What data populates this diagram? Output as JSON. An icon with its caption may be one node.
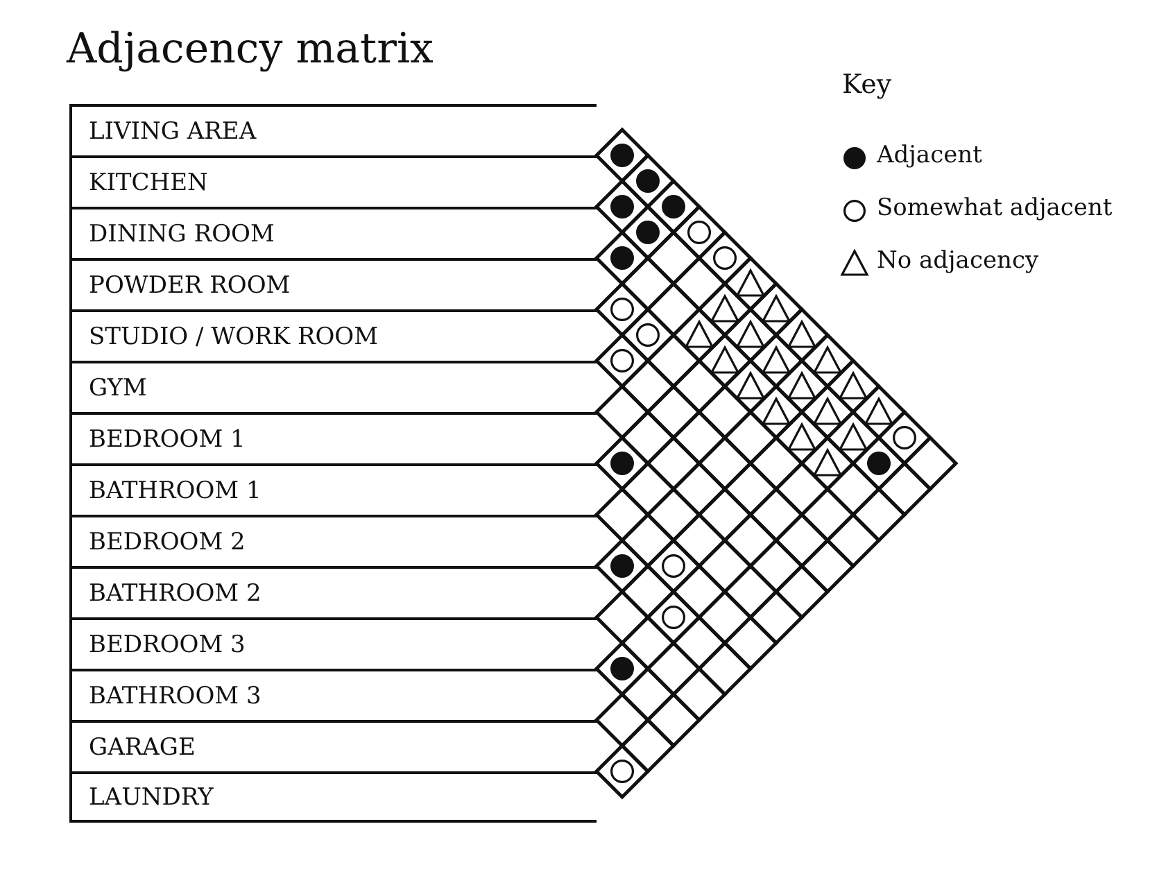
{
  "diagram": {
    "title": "Adjacency matrix",
    "nodes": [
      {
        "text": [
          "LIVING AREA"
        ]
      },
      {
        "text": [
          "KITCHEN"
        ]
      },
      {
        "text": [
          "DINING ROOM"
        ]
      },
      {
        "text": [
          "POWDER ROOM"
        ]
      },
      {
        "text": [
          "STUDIO / WORK ROOM"
        ]
      },
      {
        "text": [
          "GYM"
        ]
      },
      {
        "text": [
          "BEDROOM 1"
        ]
      },
      {
        "text": [
          "BATHROOM 1"
        ]
      },
      {
        "text": [
          "BEDROOM 2"
        ]
      },
      {
        "text": [
          "BATHROOM 2"
        ]
      },
      {
        "text": [
          "BEDROOM 3"
        ]
      },
      {
        "text": [
          "BATHROOM 3"
        ]
      },
      {
        "text": [
          "GARAGE"
        ]
      },
      {
        "text": [
          "LAUNDRY"
        ]
      }
    ],
    "labels": [
      "Key"
    ],
    "legend": [
      {
        "text": "Adjacent"
      },
      {
        "text": "Somewhat adjacent"
      },
      {
        "text": "No adjacency"
      }
    ]
  }
}
